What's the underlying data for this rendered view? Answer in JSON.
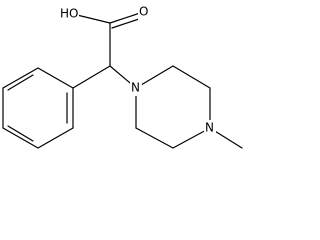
{
  "molecule": {
    "atoms": {
      "hydroxyl": "HO",
      "carbonyl_oxygen": "O",
      "piperazine_n1": "N",
      "piperazine_n4": "N"
    }
  }
}
